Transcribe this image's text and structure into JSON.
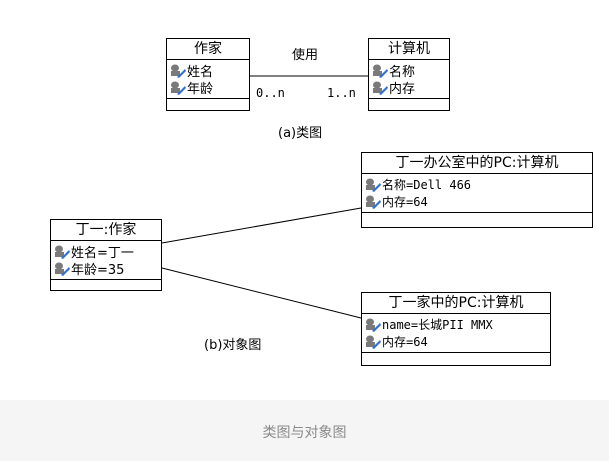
{
  "class_diagram": {
    "writer": {
      "name": "作家",
      "attributes": [
        "姓名",
        "年龄"
      ]
    },
    "computer": {
      "name": "计算机",
      "attributes": [
        "名称",
        "内存"
      ]
    },
    "association": {
      "label": "使用",
      "mult_left": "0..n",
      "mult_right": "1..n"
    },
    "caption": "(a)类图"
  },
  "object_diagram": {
    "person": {
      "name": "丁一:作家",
      "attributes": [
        "姓名=丁一",
        "年龄=35"
      ]
    },
    "office_pc": {
      "name": "丁一办公室中的PC:计算机",
      "attributes": [
        "名称=Dell 466",
        "内存=64"
      ]
    },
    "home_pc": {
      "name": "丁一家中的PC:计算机",
      "attributes": [
        "name=长城PII MMX",
        "内存=64"
      ]
    },
    "caption": "(b)对象图"
  },
  "figure_caption": "类图与对象图",
  "icons": {
    "attribute": "attribute-icon"
  },
  "colors": {
    "line": "#000000",
    "icon_blue": "#2f6fd6",
    "icon_gray": "#7a7a7a",
    "caption_bg": "#f5f5f5",
    "caption_text": "#8a8a8a"
  }
}
